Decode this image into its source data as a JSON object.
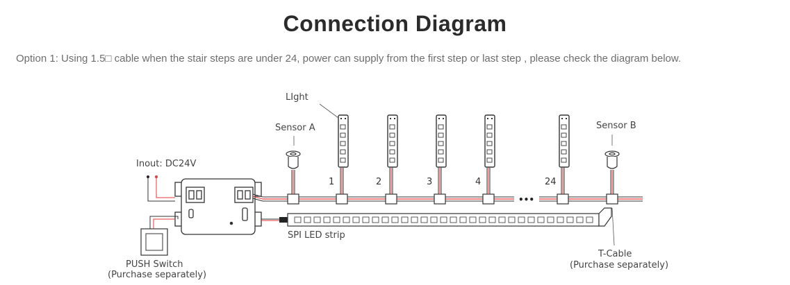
{
  "header": {
    "title": "Connection Diagram",
    "subtitle": "Option 1: Using 1.5□ cable when the stair steps are under 24, power can supply from the first step or last step , please check the diagram below."
  },
  "diagram": {
    "light_label": "LIght",
    "sensor_a_label": "Sensor A",
    "sensor_b_label": "Sensor B",
    "input_label": "Inout: DC24V",
    "push_switch_label": "PUSH Switch",
    "push_switch_note": "(Purchase separately)",
    "spi_strip_label": "SPI LED strip",
    "t_cable_label": "T-Cable",
    "t_cable_note": "(Purchase separately)",
    "ellipsis": "•••",
    "step_numbers": [
      "1",
      "2",
      "3",
      "4",
      "24"
    ]
  }
}
